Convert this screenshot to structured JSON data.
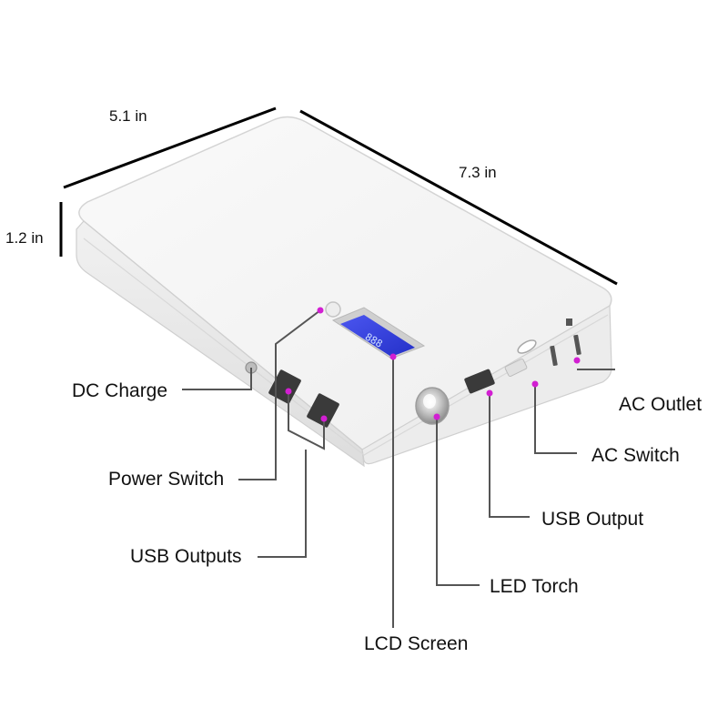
{
  "dimensions": {
    "width": "5.1 in",
    "length": "7.3 in",
    "height": "1.2 in"
  },
  "callouts": {
    "dc_charge": "DC Charge",
    "power_switch": "Power Switch",
    "usb_outputs": "USB Outputs",
    "lcd_screen": "LCD Screen",
    "led_torch": "LED Torch",
    "usb_output": "USB Output",
    "ac_switch": "AC Switch",
    "ac_outlet": "AC Outlet"
  },
  "colors": {
    "device_body": "#f3f3f3",
    "lcd_backlight": "#3a46e8",
    "marker_dot": "#d21fd2",
    "leader_line": "#555555"
  },
  "icons": {
    "power_button": "power-button-icon",
    "led_torch": "led-torch-icon",
    "usb_ports": "usb-port-icon",
    "ac_outlet": "ac-outlet-icon"
  }
}
